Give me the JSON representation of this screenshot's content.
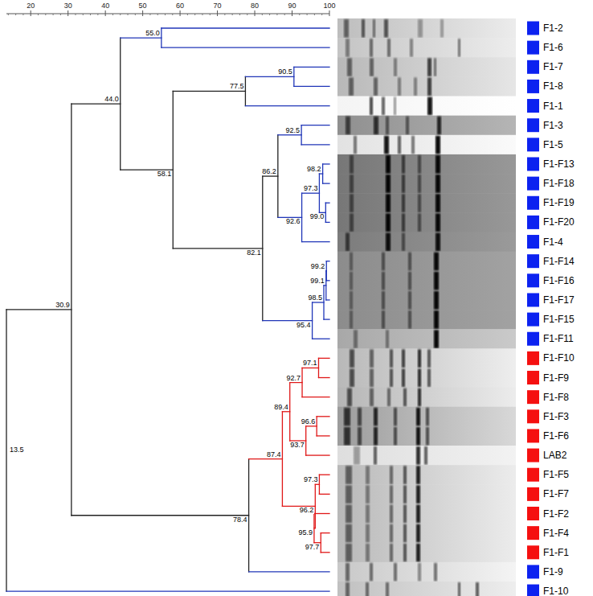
{
  "diagram": {
    "labels": [
      "20",
      "30",
      "40",
      "50",
      "60",
      "70",
      "80",
      "90",
      "100",
      "F1-2",
      "F1-6",
      "F1-7",
      "F1-8",
      "F1-1",
      "F1-3",
      "F1-5",
      "F1-F13",
      "F1-F18",
      "F1-F19",
      "F1-F20",
      "F1-4",
      "F1-F14",
      "F1-F16",
      "F1-F17",
      "F1-F15",
      "F1-F11",
      "F1-F10",
      "F1-F9",
      "F1-F8",
      "F1-F3",
      "F1-F6",
      "LAB2",
      "F1-F5",
      "F1-F7",
      "F1-F2",
      "F1-F4",
      "F1-F1",
      "F1-9",
      "F1-10",
      "55.0",
      "90.5",
      "77.5",
      "92.5",
      "98.2",
      "97.3",
      "99.0",
      "86.2",
      "92.6",
      "58.1",
      "44.0",
      "99.2",
      "99.1",
      "98.5",
      "95.4",
      "82.1",
      "30.9",
      "97.1",
      "92.7",
      "89.4",
      "96.6",
      "93.7",
      "87.4",
      "97.3",
      "96.2",
      "95.9",
      "97.7",
      "78.4",
      "13.5"
    ]
  }
}
